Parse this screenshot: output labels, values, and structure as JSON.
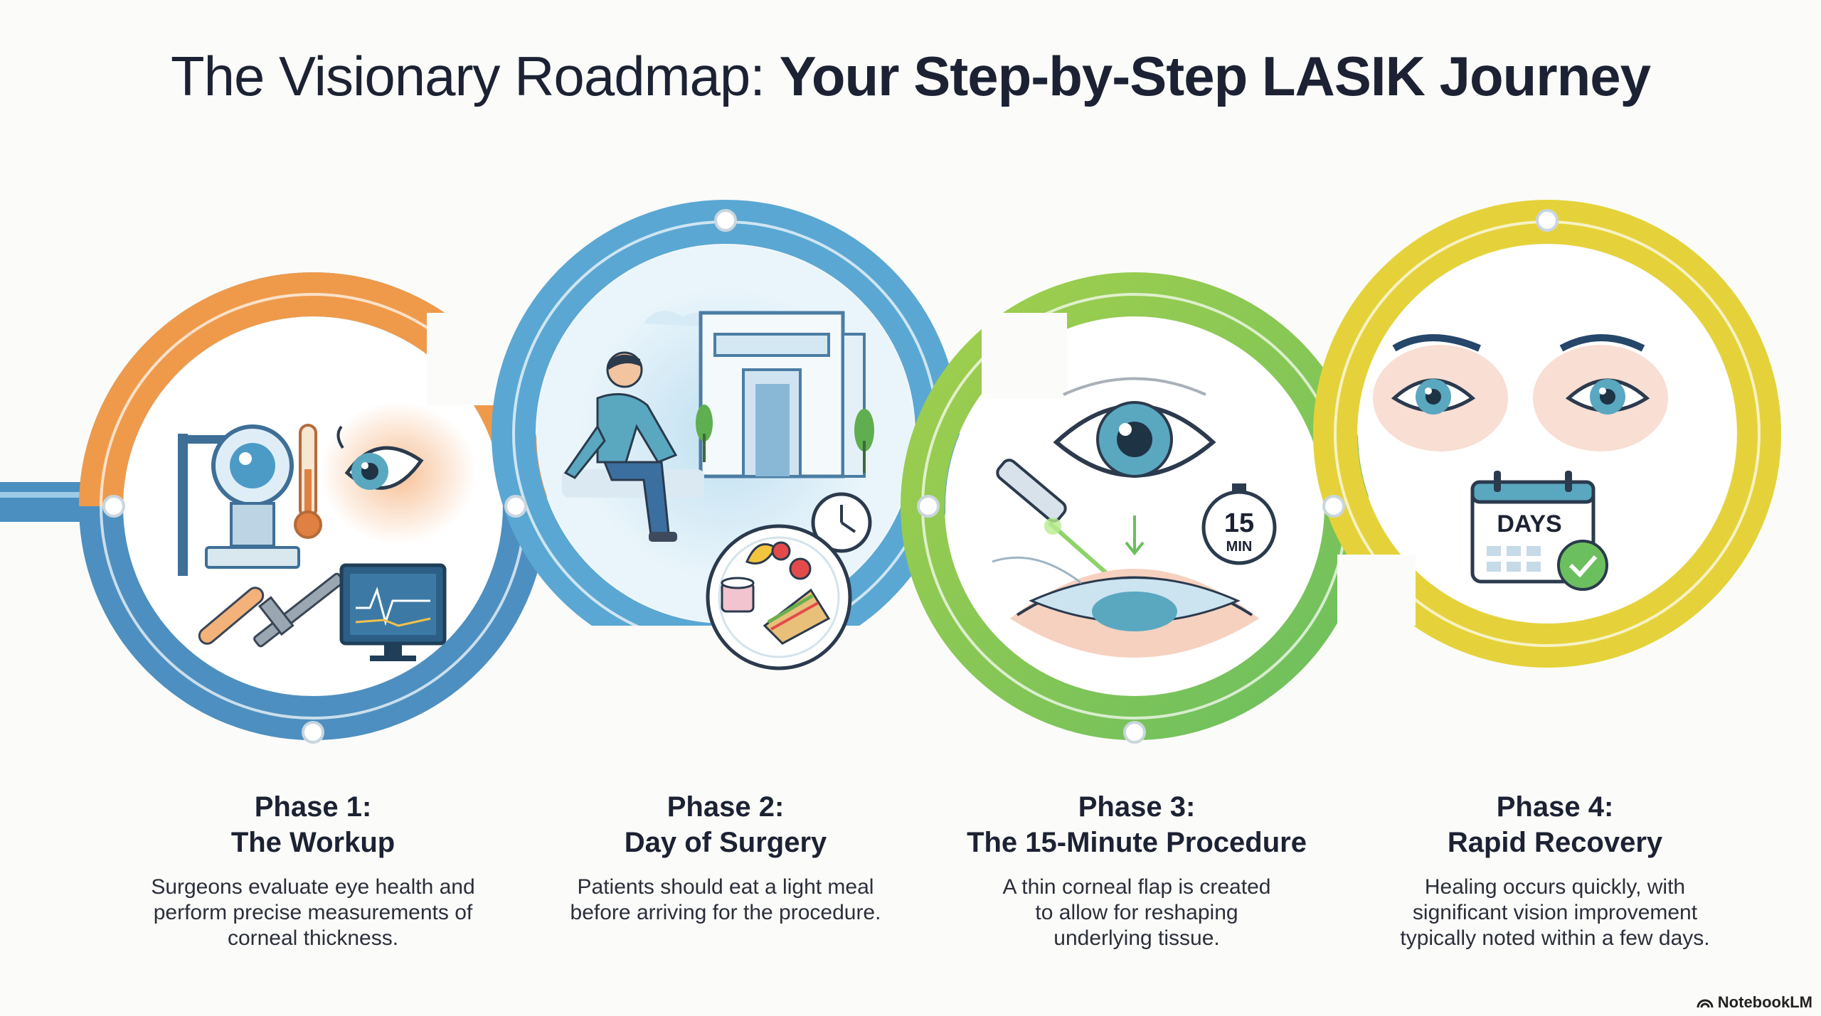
{
  "title": {
    "light": "The Visionary Roadmap:",
    "bold": "Your Step-by-Step LASIK Journey"
  },
  "phases": [
    {
      "number": "Phase 1:",
      "name": "The Workup",
      "description": "Surgeons evaluate eye health and perform precise measurements of corneal thickness."
    },
    {
      "number": "Phase 2:",
      "name": "Day of Surgery",
      "description": "Patients should eat a light meal before arriving for the procedure."
    },
    {
      "number": "Phase 3:",
      "name": "The 15-Minute Procedure",
      "description": "A thin corneal flap is created to allow for reshaping underlying tissue."
    },
    {
      "number": "Phase 4:",
      "name": "Rapid Recovery",
      "description": "Healing occurs quickly, with significant vision improvement typically noted within a few days."
    }
  ],
  "timer": {
    "value": "15",
    "unit": "MIN"
  },
  "calendar": {
    "label": "DAYS"
  },
  "brand": {
    "name": "NotebookLM"
  },
  "colors": {
    "orange": "#ef9a4a",
    "blue": "#5aa7d3",
    "darkblue": "#3f86b9",
    "green": "#8cc64a",
    "yellow": "#e5d23a"
  }
}
